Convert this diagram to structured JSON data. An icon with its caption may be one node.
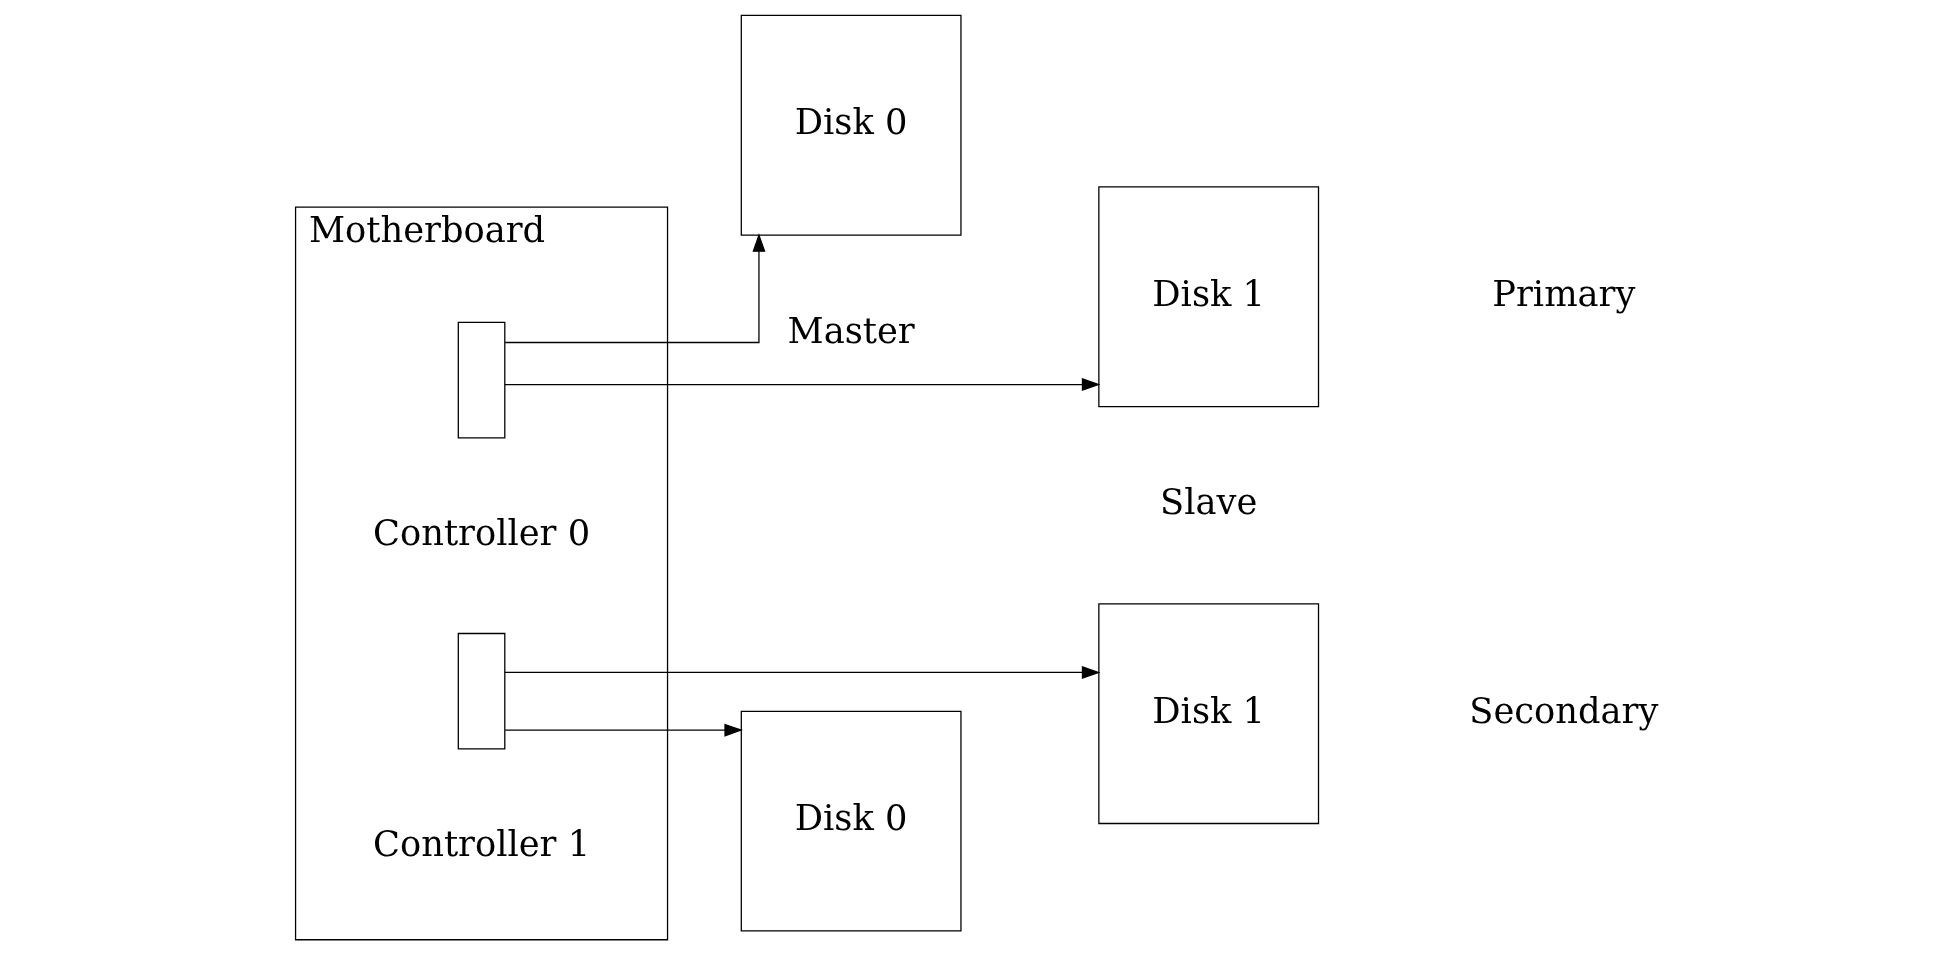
{
  "diagram": {
    "nodes": [
      {
        "text": [
          "Motherboard"
        ]
      },
      {
        "text": [],
        "shape": "box",
        "in": 0,
        "beside": [
          "Controller 0"
        ]
      },
      {
        "text": [],
        "shape": "box",
        "in": 0,
        "beside": [
          "Controller 1"
        ]
      },
      {
        "text": [
          "Disk 0"
        ]
      },
      {
        "text": [
          "Disk 1"
        ]
      },
      {
        "text": [
          "Disk 0"
        ]
      },
      {
        "text": [
          "Disk 1"
        ]
      }
    ],
    "edges": [
      {
        "from": 1,
        "to": 3,
        "arrow": "to"
      },
      {
        "from": 1,
        "to": 4,
        "arrow": "to"
      },
      {
        "from": 2,
        "to": 5,
        "arrow": "to"
      },
      {
        "from": 2,
        "to": 6,
        "arrow": "to"
      }
    ],
    "labels": [
      "Primary",
      "Master",
      "Slave",
      "Secondary"
    ]
  }
}
